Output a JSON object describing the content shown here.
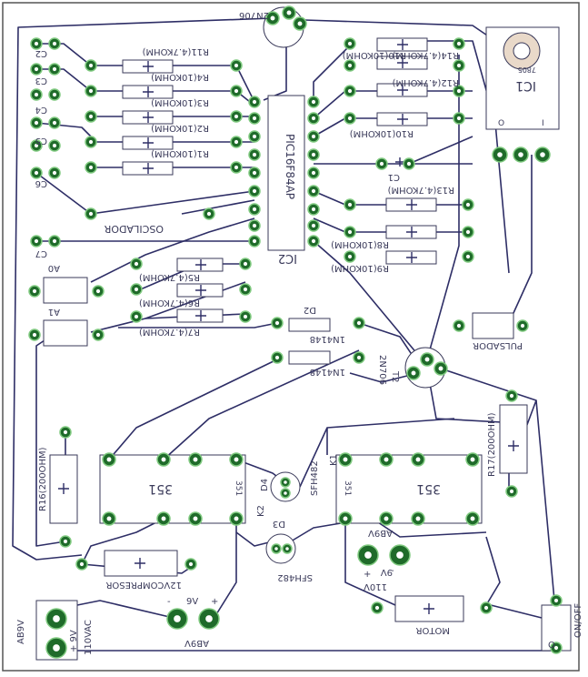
{
  "colors": {
    "trace": "#2e2e66",
    "pad_fill": "#1f6b2a",
    "pad_ring": "#7fc97f",
    "part_body": "#ffffff",
    "part_stroke": "#3a3a5a",
    "label": "#3a3a5a",
    "frame": "#555555"
  },
  "labels": {
    "q1": "2N706",
    "r11": "R11(4.7KOHM)",
    "r4": "R4(10KOHM)",
    "r3": "R3(10KOHM)",
    "r2": "R2(10KOHM)",
    "r1": "R1(10KOHM)",
    "c3": "C3",
    "c2": "C2",
    "c4": "C4",
    "c5": "C5",
    "c6": "C6",
    "c7": "C7",
    "c1": "C1",
    "osc": "OSCILADOR",
    "ic2_chip": "PIC16F84AP",
    "ic2": "IC2",
    "r10a": "R10(10KOHM)",
    "r14": "R14(4.7KOHM)",
    "r12": "R12(4.7KOHM)",
    "r10b": "R10(10KOHM)",
    "r13": "R13(4.7KOHM)",
    "r8": "R8(10KOHM)",
    "r9": "R9(10KOHM)",
    "ic1": "IC1",
    "ic1_a": "7805",
    "ic1_pin_o": "O",
    "ic1_pin_i": "I",
    "a0": "A0",
    "a1": "A1",
    "r5": "R5(4.7KOHM)",
    "r6": "R6(4.7KOHM)",
    "r7": "R7(4.7KOHM)",
    "d2": "D2",
    "d2_part": "1N4148",
    "d1_part": "1N4148",
    "q2": "2N706",
    "q2_name": "T2",
    "pulsador": "PULSADOR",
    "r16": "R16(200OHM)",
    "k2": "K2",
    "relay_left": "351",
    "relay_left_side": "351",
    "d4": "D4",
    "sfh_top": "SFH482",
    "d3": "D3",
    "sfh_bot": "SFH482",
    "k1": "K1",
    "relay_right": "351",
    "relay_right_side": "351",
    "r17": "R17(200OHM)",
    "ab9v_mid": "AB9V",
    "comp": "12VCOMPRESOR",
    "v9_left": "9V",
    "minus_left": "-",
    "plus_left": "+",
    "ab9v_bottom": "AB9V",
    "term_minus": "-",
    "term_9v": "9V",
    "term_plus": "+",
    "ac110": "110V",
    "motor": "MOTOR",
    "ab9v_side": "AB9V",
    "v9_plus": "+ 9V",
    "v110ac": "110VAC",
    "onoff": "ON/OFF",
    "onoff_o": "O"
  }
}
